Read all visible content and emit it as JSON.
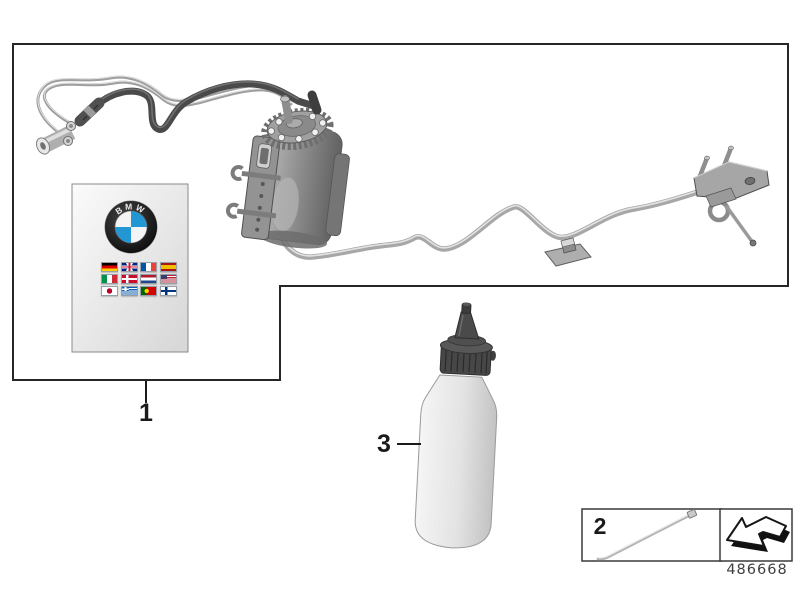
{
  "callouts": {
    "item1": {
      "label": "1"
    },
    "item2": {
      "label": "2"
    },
    "item3": {
      "label": "3"
    }
  },
  "booklet": {
    "brand": "BMW",
    "flags": [
      "germany",
      "uk",
      "france",
      "spain",
      "italy",
      "denmark",
      "netherlands",
      "usa",
      "japan",
      "greece",
      "portugal",
      "finland"
    ]
  },
  "footer": {
    "part_number": "486668"
  },
  "icons": {
    "direction_arrow": "direction-of-travel-arrow",
    "brand_logo": "bmw-roundel"
  },
  "colors": {
    "bmw_roundel_blue": "#2397d3",
    "outline": "#262626",
    "part_number_text": "#3f3f3f"
  }
}
